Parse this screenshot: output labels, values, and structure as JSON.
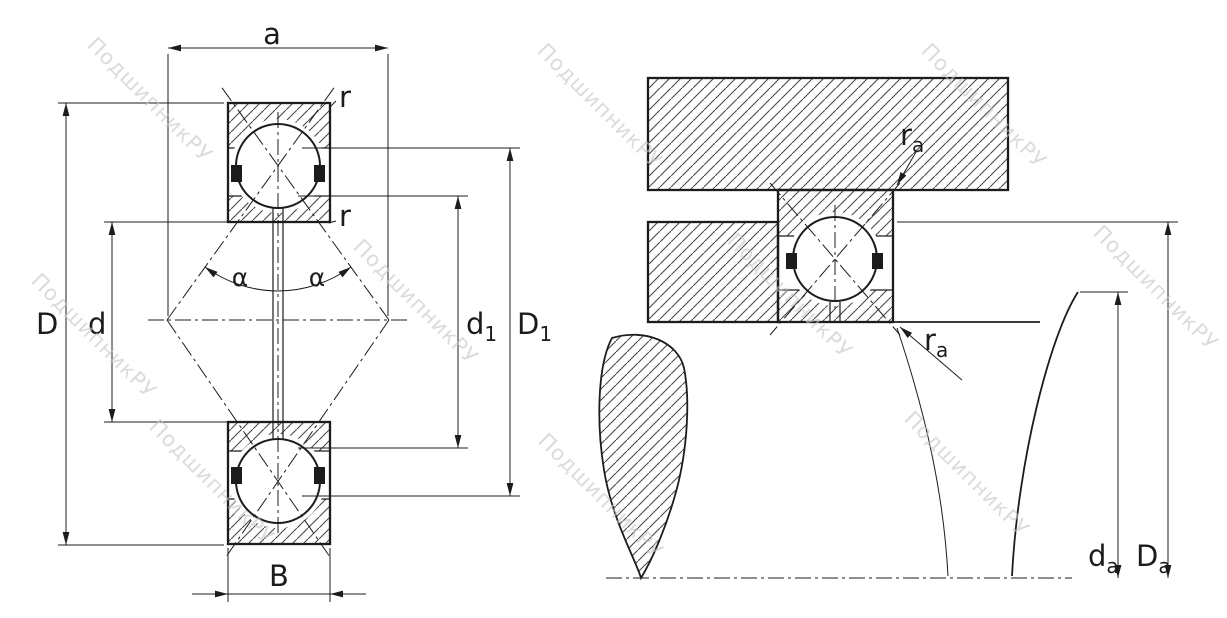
{
  "watermark": {
    "text": "ПодшипникРУ"
  },
  "view_left": {
    "labels": {
      "a": "a",
      "r_outer": "r",
      "r_inner": "r",
      "D": "D",
      "d": "d",
      "B": "B",
      "alpha_left": "α",
      "alpha_right": "α",
      "d1": {
        "base": "d",
        "sub": "1"
      },
      "D1": {
        "base": "D",
        "sub": "1"
      }
    }
  },
  "view_right": {
    "labels": {
      "ra_housing": {
        "base": "r",
        "sub": "a"
      },
      "ra_shaft": {
        "base": "r",
        "sub": "a"
      },
      "da": {
        "base": "d",
        "sub": "a"
      },
      "Da": {
        "base": "D",
        "sub": "a"
      }
    }
  },
  "colors": {
    "line_color": "#1c1c1c",
    "watermark_color": "#c6c6c6"
  }
}
